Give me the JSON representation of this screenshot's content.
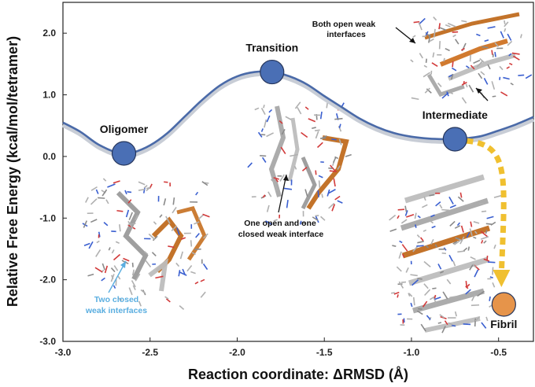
{
  "chart_data": {
    "type": "line",
    "title": "",
    "xlabel": "Reaction coordinate: ΔRMSD (Å)",
    "ylabel": "Relative Free Energy (kcal/mol/tetramer)",
    "xlim": [
      -3.0,
      -0.3
    ],
    "ylim": [
      -3.0,
      2.5
    ],
    "x_ticks": [
      "-3.0",
      "-2.5",
      "-2.0",
      "-1.5",
      "-1.0",
      "-0.5"
    ],
    "y_ticks": [
      "2.0",
      "1.0",
      "0.0",
      "-1.0",
      "-2.0",
      "-3.0"
    ],
    "x_tick_values": [
      -3.0,
      -2.5,
      -2.0,
      -1.5,
      -1.0,
      -0.5
    ],
    "y_tick_values": [
      2.0,
      1.0,
      0.0,
      -1.0,
      -2.0,
      -3.0
    ],
    "grid": false,
    "curve": {
      "x": [
        -3.0,
        -2.9,
        -2.8,
        -2.7,
        -2.65,
        -2.6,
        -2.5,
        -2.4,
        -2.3,
        -2.2,
        -2.1,
        -2.0,
        -1.9,
        -1.8,
        -1.7,
        -1.6,
        -1.5,
        -1.4,
        -1.3,
        -1.2,
        -1.1,
        -1.0,
        -0.9,
        -0.8,
        -0.75,
        -0.7,
        -0.6,
        -0.5,
        -0.4,
        -0.3
      ],
      "y": [
        0.55,
        0.4,
        0.2,
        0.07,
        0.05,
        0.06,
        0.18,
        0.38,
        0.65,
        0.92,
        1.15,
        1.3,
        1.37,
        1.37,
        1.3,
        1.17,
        0.98,
        0.8,
        0.62,
        0.48,
        0.38,
        0.32,
        0.29,
        0.28,
        0.28,
        0.29,
        0.33,
        0.42,
        0.52,
        0.64
      ],
      "color": "#4a6aa8"
    },
    "states": [
      {
        "name": "Oligomer",
        "x": -2.65,
        "y": 0.05,
        "color": "#4a6fb5"
      },
      {
        "name": "Transition",
        "x": -1.8,
        "y": 1.37,
        "color": "#4a6fb5"
      },
      {
        "name": "Intermediate",
        "x": -0.75,
        "y": 0.28,
        "color": "#4a6fb5"
      },
      {
        "name": "Fibril",
        "x": -0.47,
        "y": -2.4,
        "color": "#e6944a"
      }
    ],
    "annotations": [
      {
        "text": "Both open weak",
        "color": "#111111"
      },
      {
        "text": "interfaces",
        "color": "#111111"
      },
      {
        "text": "One open and one",
        "color": "#111111"
      },
      {
        "text": "closed weak interface",
        "color": "#111111"
      },
      {
        "text": "Two closed",
        "color": "#5aaee0"
      },
      {
        "text": "weak interfaces",
        "color": "#5aaee0"
      }
    ],
    "arrow_color": "#f0c030"
  }
}
